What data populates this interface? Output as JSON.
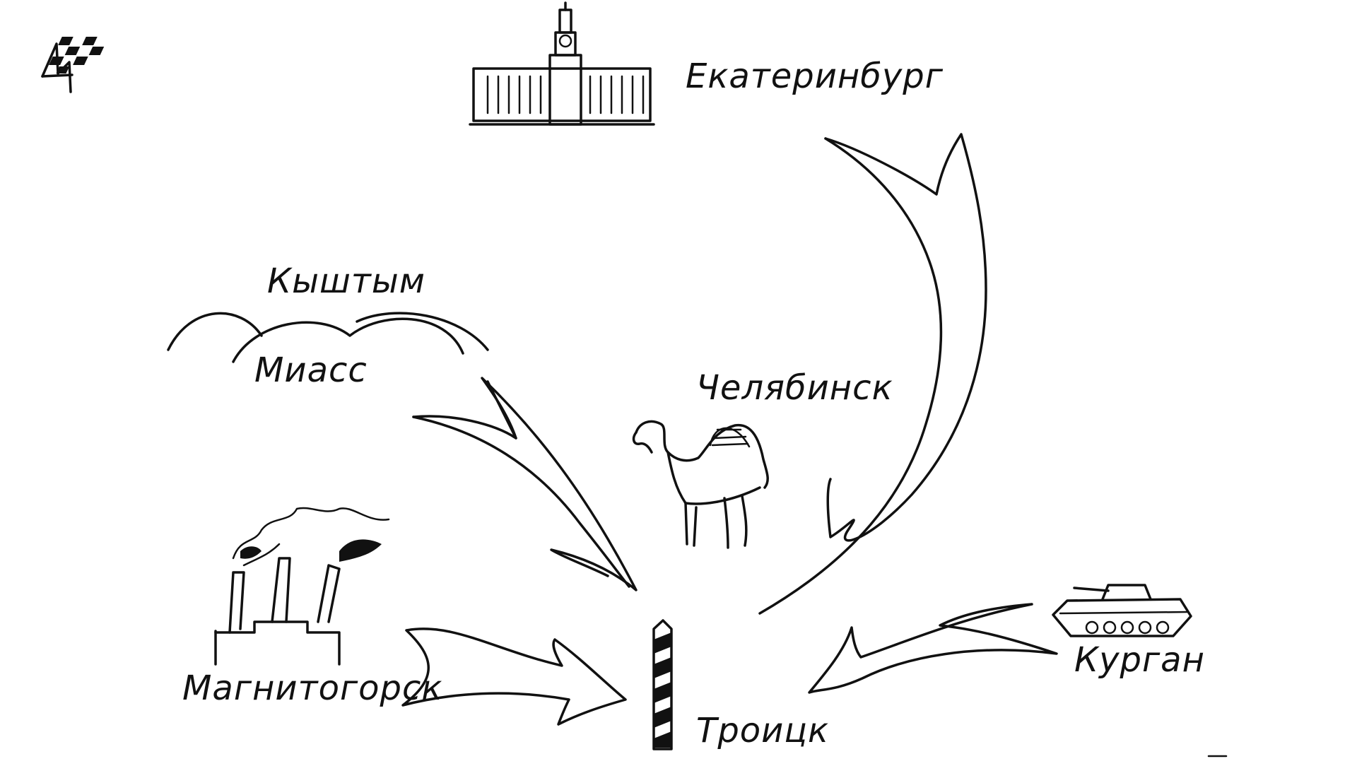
{
  "cities": {
    "ekaterinburg": "Екатеринбург",
    "kyshtym": "Кыштым",
    "miass": "Миасс",
    "chelyabinsk": "Челябинск",
    "magnitogorsk": "Магнитогорск",
    "troitsk": "Троицк",
    "kurgan": "Курган"
  },
  "icons": {
    "logo": "checkered-flag-icon",
    "ekaterinburg": "tower-building-icon",
    "chelyabinsk": "camel-icon",
    "magnitogorsk": "factory-chimneys-icon",
    "troitsk": "border-post-icon",
    "kurgan": "tank-icon",
    "kyshtym_miass": "hills-icon"
  },
  "colors": {
    "ink": "#111111",
    "paper": "#ffffff"
  }
}
